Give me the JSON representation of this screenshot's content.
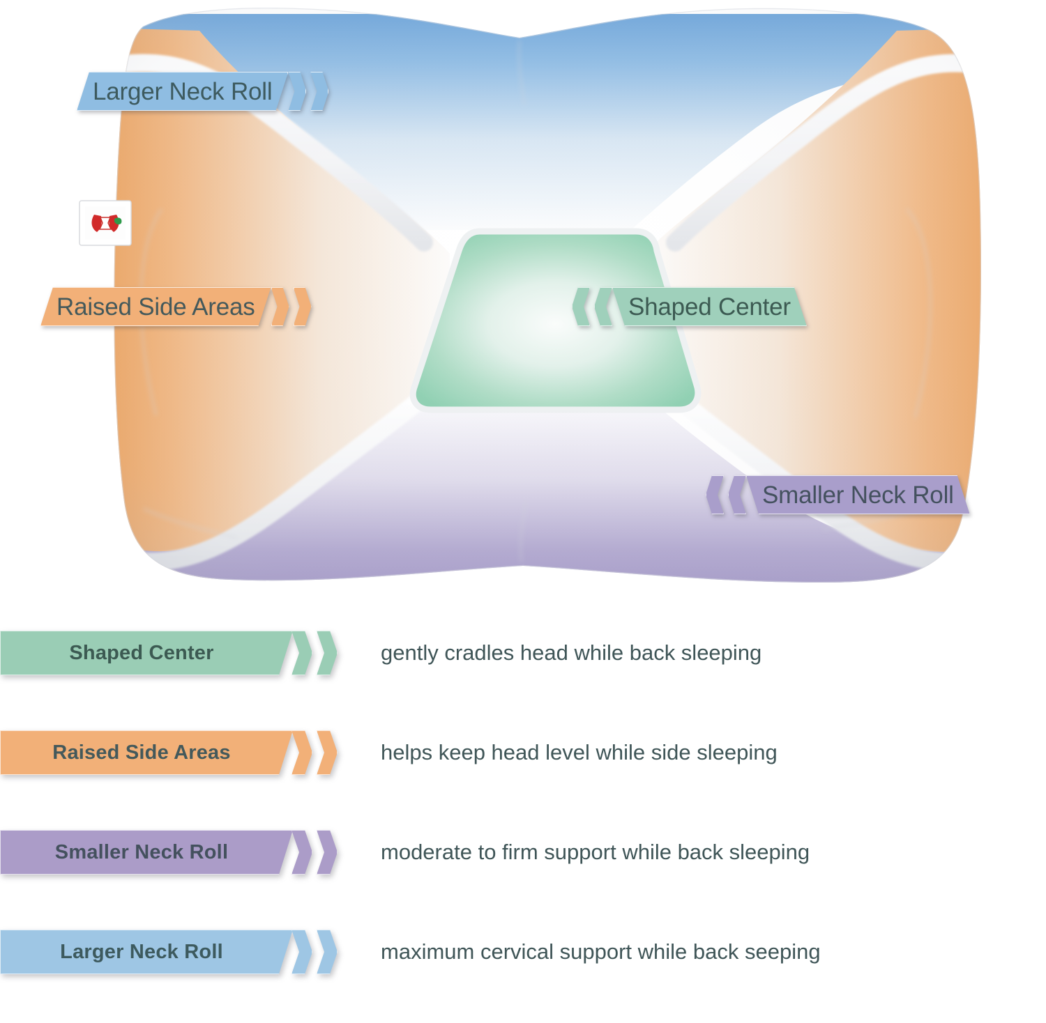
{
  "product": {
    "type": "cervical support pillow diagram",
    "zones": [
      {
        "id": "larger-neck-roll",
        "name": "Larger Neck Roll",
        "color": "#8cb6dd",
        "position": "top"
      },
      {
        "id": "raised-side-areas",
        "name": "Raised Side Areas",
        "color": "#f0ac6e",
        "position": "left-and-right"
      },
      {
        "id": "shaped-center",
        "name": "Shaped Center",
        "color": "#8ccfb0",
        "position": "center"
      },
      {
        "id": "smaller-neck-roll",
        "name": "Smaller Neck Roll",
        "color": "#a79ac9",
        "position": "bottom"
      }
    ]
  },
  "callouts": [
    {
      "id": "callout-larger-neck-roll",
      "label": "Larger Neck Roll",
      "direction": "right",
      "fill": "#8fbde2",
      "text_color": "#3d5a5e"
    },
    {
      "id": "callout-raised-side-areas",
      "label": "Raised Side Areas",
      "direction": "right",
      "fill": "#f2b078",
      "text_color": "#44595b"
    },
    {
      "id": "callout-shaped-center",
      "label": "Shaped Center",
      "direction": "left",
      "fill": "#9fd0bb",
      "text_color": "#3c5a52"
    },
    {
      "id": "callout-smaller-neck-roll",
      "label": "Smaller Neck Roll",
      "direction": "left",
      "fill": "#a99ecb",
      "text_color": "#44515e"
    }
  ],
  "legend": {
    "text_color": "#3f5557",
    "rows": [
      {
        "id": "legend-shaped-center",
        "label": "Shaped Center",
        "description": "gently cradles head while back sleeping",
        "fill": "#9acdb5",
        "label_color": "#3c5a52"
      },
      {
        "id": "legend-raised-side-areas",
        "label": "Raised Side Areas",
        "description": "helps keep head level while side sleeping",
        "fill": "#f2b078",
        "label_color": "#44595b"
      },
      {
        "id": "legend-smaller-neck-roll",
        "label": "Smaller Neck Roll",
        "description": "moderate to firm support while back sleeping",
        "fill": "#ab9cc8",
        "label_color": "#44515e"
      },
      {
        "id": "legend-larger-neck-roll",
        "label": "Larger Neck Roll",
        "description": "maximum cervical support while back seeping",
        "fill": "#9ec6e4",
        "label_color": "#3d5a5e"
      }
    ]
  },
  "care_tag": {
    "name": "care-label-tag",
    "logo_colors": [
      "#d12a2a",
      "#2e9a4a"
    ]
  }
}
